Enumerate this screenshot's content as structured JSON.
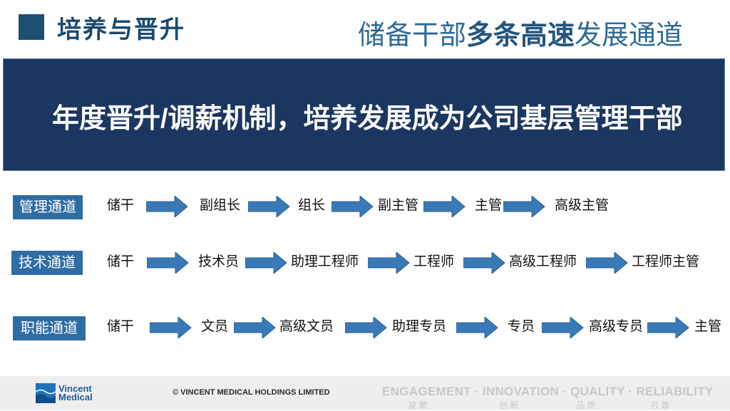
{
  "header": {
    "section_title": "培养与晋升",
    "headline_pre": "储备干部",
    "headline_bold": "多条高速",
    "headline_post": "发展通道"
  },
  "banner": {
    "text": "年度晋升/调薪机制，培养发展成为公司基层管理干部"
  },
  "channels": [
    {
      "label": "管理通道",
      "steps": [
        "储干",
        "副组长",
        "组长",
        "副主管",
        "主管",
        "高级主管"
      ]
    },
    {
      "label": "技术通道",
      "steps": [
        "储干",
        "技术员",
        "助理工程师",
        "工程师",
        "高级工程师",
        "工程师主管"
      ]
    },
    {
      "label": "职能通道",
      "steps": [
        "储干",
        "文员",
        "高级文员",
        "助理专员",
        "专员",
        "高级专员",
        "主管"
      ]
    }
  ],
  "footer": {
    "logo_line1": "Vincent",
    "logo_line2": "Medical",
    "copyright": "© VINCENT MEDICAL HOLDINGS LIMITED",
    "values": "ENGAGEMENT · INNOVATION · QUALITY · RELIABILITY",
    "values_cn": [
      "凝 聚",
      "创 新",
      "品 质",
      "可 靠"
    ]
  },
  "colors": {
    "banner": "#1b3660",
    "label": "#2e6da4",
    "arrow": "#3a79b8"
  }
}
